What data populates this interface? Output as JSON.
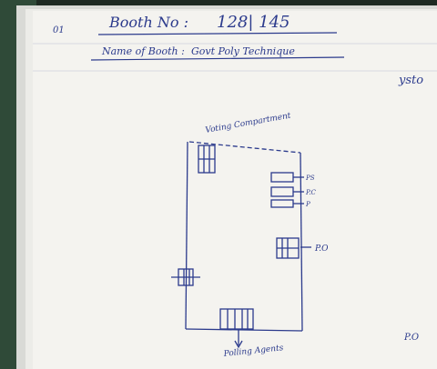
{
  "sheet": {
    "mark": "01",
    "booth_no_label": "Booth No :",
    "booth_no_value": "128| 145",
    "booth_name_label": "Name of Booth :",
    "booth_name_value": "Govt Poly Technique",
    "side_note": "ysto"
  },
  "sketch": {
    "voting_compartment": "Voting Compartment",
    "label_ps": "PS",
    "label_pc": "P.C",
    "label_p": "P",
    "label_po": "P.O",
    "polling_agents": "Polling Agents"
  },
  "margin_note": "P.O",
  "colors": {
    "ink": "#2b3a8c",
    "paper": "#f4f3ef",
    "background": "#1e2a22"
  }
}
